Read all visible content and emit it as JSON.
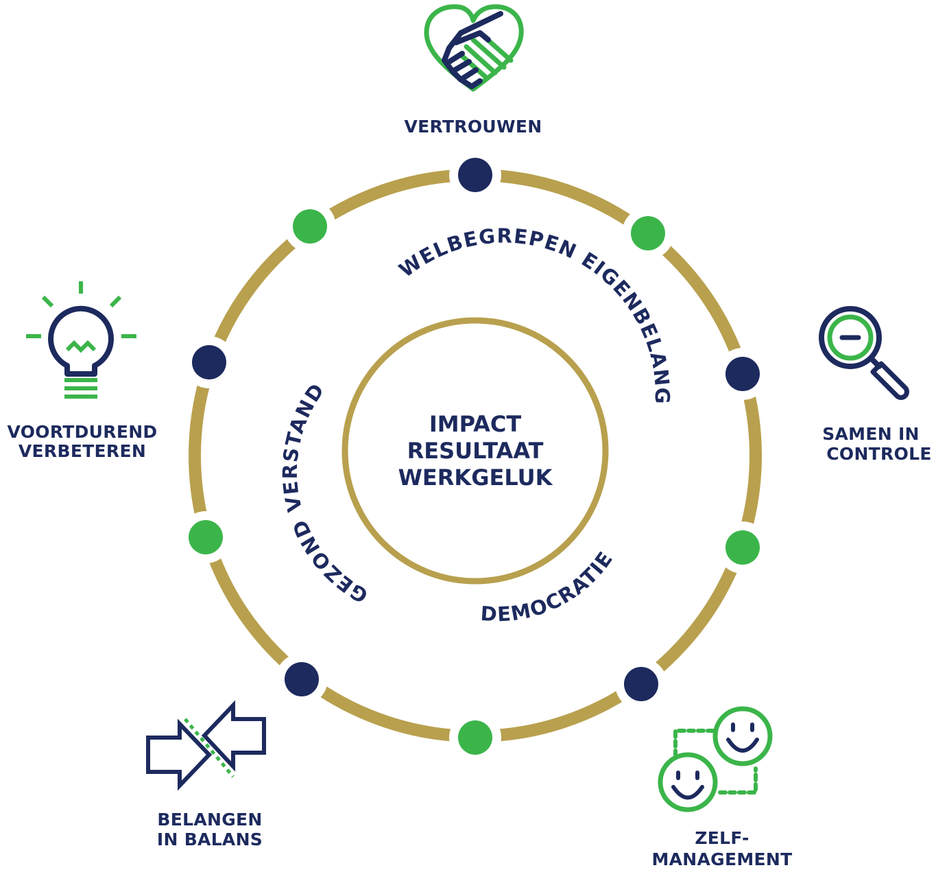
{
  "colors": {
    "navy": "#1d2a5e",
    "green": "#3bb54a",
    "gold": "#b8a04e",
    "white": "#ffffff"
  },
  "center": {
    "lines": [
      "IMPACT",
      "RESULTAAT",
      "WERKGELUK"
    ]
  },
  "curved_labels": {
    "top_right": "WELBEGREPEN EIGENBELANG",
    "bottom_right": "DEMOCRATIE",
    "left": "GEZOND VERSTAND"
  },
  "pillars": {
    "vertrouwen": {
      "lines": [
        "VERTROUWEN"
      ],
      "icon": "handshake-heart-icon"
    },
    "samen_in_controle": {
      "lines": [
        "SAMEN IN",
        "CONTROLE"
      ],
      "icon": "magnifier-icon"
    },
    "zelfmanagement": {
      "lines": [
        "ZELF-",
        "MANAGEMENT"
      ],
      "icon": "smiley-faces-icon"
    },
    "belangen_in_balans": {
      "lines": [
        "BELANGEN",
        "IN BALANS"
      ],
      "icon": "arrows-balance-icon"
    },
    "voortdurend_verbeteren": {
      "lines": [
        "VOORTDUREND",
        "VERBETEREN"
      ],
      "icon": "lightbulb-icon"
    }
  }
}
